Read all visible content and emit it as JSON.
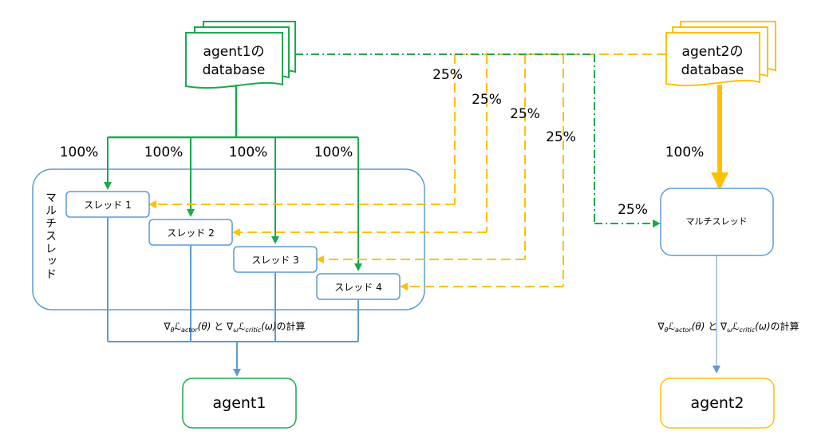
{
  "colors": {
    "green": "#1aaa4a",
    "orange": "#ffc000",
    "blue": "#5b9bd5",
    "text": "#000000"
  },
  "db1": {
    "line1": "agent1の",
    "line2": "database"
  },
  "db2": {
    "line1": "agent2の",
    "line2": "database"
  },
  "multithread_left_label": "マルチスレッド",
  "multithread_right_label": "マルチスレッド",
  "threads": [
    "スレッド 1",
    "スレッド 2",
    "スレッド 3",
    "スレッド 4"
  ],
  "green_percents": [
    "100%",
    "100%",
    "100%",
    "100%"
  ],
  "orange_percents": [
    "25%",
    "25%",
    "25%",
    "25%"
  ],
  "right_main_percent": "100%",
  "right_dashdot_percent": "25%",
  "formula": {
    "nabla_theta": "∇",
    "theta_sub": "θ",
    "l_actor": "ℒ",
    "actor_sub": "actor",
    "actor_arg": "(θ)",
    "to": " と ",
    "nabla_omega": "∇",
    "omega_sub": "ω",
    "l_critic": "ℒ",
    "critic_sub": "critic",
    "critic_arg": "(ω)",
    "suffix": "の計算"
  },
  "agent1": "agent1",
  "agent2": "agent2"
}
